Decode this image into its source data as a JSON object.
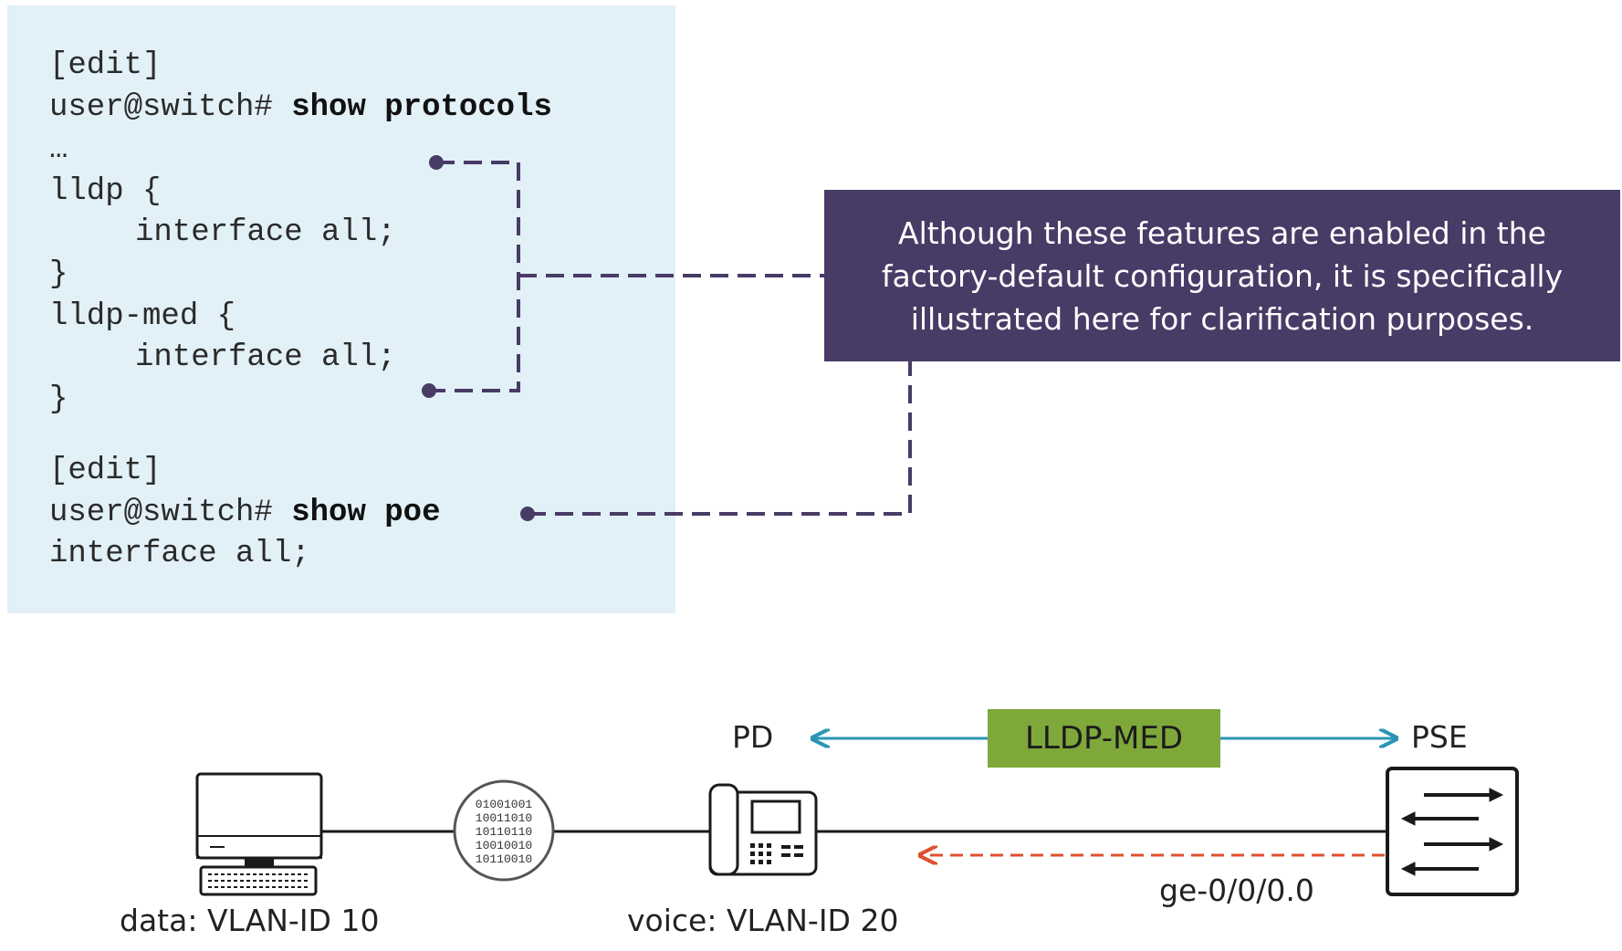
{
  "code": {
    "line1": "[edit]",
    "line2_prompt": "user@switch# ",
    "line2_cmd": "show protocols",
    "line3": "…",
    "line4": "lldp {",
    "line5": "interface all;",
    "line6": "}",
    "line7": "lldp-med {",
    "line8": "interface all;",
    "line9": "}",
    "line10": "[edit]",
    "line11_prompt": "user@switch# ",
    "line11_cmd": "show poe",
    "line12": "interface all;"
  },
  "callout": {
    "line1": "Although these features are enabled in the",
    "line2": "factory-default configuration, it is specifically",
    "line3": "illustrated here for clarification purposes."
  },
  "diagram": {
    "pd_label": "PD",
    "pse_label": "PSE",
    "lldp_med_label": "LLDP-MED",
    "data_label": "data: VLAN-ID 10",
    "voice_label": "voice: VLAN-ID 20",
    "interface_label": "ge-0/0/0.0",
    "binary_rows": [
      "01001001",
      "10011010",
      "10110110",
      "10010010",
      "10110010"
    ]
  },
  "colors": {
    "code_background": "#e2f0f7",
    "callout_background": "#483b66",
    "connector": "#483b66",
    "lldp_arrow": "#2a95b3",
    "lldp_box": "#7fa83a",
    "vlan_arrow": "#e0502e"
  },
  "icons": {
    "computer": "computer-icon",
    "packet": "binary-packet-icon",
    "phone": "ip-phone-icon",
    "switch": "switch-icon"
  }
}
